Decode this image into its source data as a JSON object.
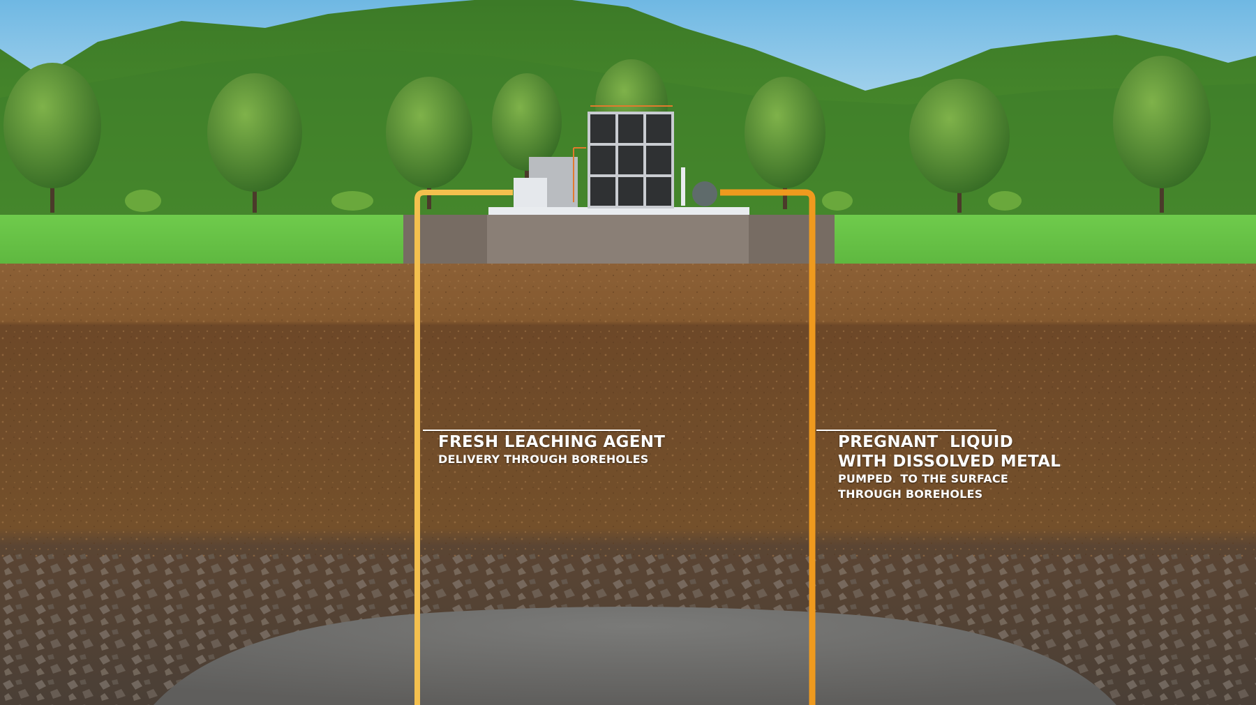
{
  "labels": {
    "fresh": {
      "title": "FRESH LEACHING AGENT",
      "lines": [
        "DELIVERY THROUGH BOREHOLES"
      ]
    },
    "pregnant": {
      "title_lines": [
        "PREGNANT  LIQUID",
        "WITH DISSOLVED METAL"
      ],
      "lines": [
        "PUMPED  TO THE SURFACE",
        "THROUGH BOREHOLES"
      ]
    }
  },
  "colors": {
    "sky_top": "#6fb8e3",
    "sky_bottom": "#dff0f8",
    "mountain": "#3f7f2a",
    "grass": "#6cc64a",
    "soil_top": "#8a5e34",
    "soil_mid": "#6e4a28",
    "gravel": "#5a4a3c",
    "ore_body": "#6f6f6f",
    "pad": "#7a6f66",
    "fresh_pipe": "#f4c04e",
    "pregnant_pipe": "#ef9a1e"
  },
  "icons": {
    "plant": "processing-plant-icon",
    "tree": "tree-icon"
  }
}
